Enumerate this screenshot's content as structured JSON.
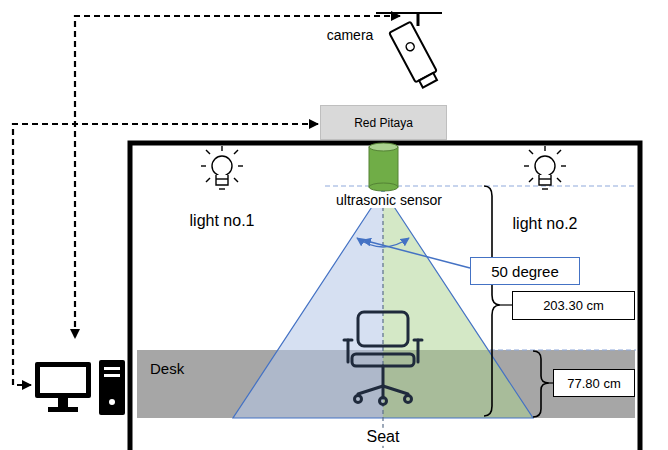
{
  "diagram": {
    "nodes": [
      {
        "text": [
          "Red Pitaya"
        ]
      },
      {
        "text": [
          "50 degree"
        ]
      },
      {
        "text": [
          "203.30 cm"
        ]
      },
      {
        "text": [
          "Desk"
        ]
      },
      {
        "text": [
          "77.80 cm"
        ]
      }
    ],
    "labels": [
      "camera",
      "light no.1",
      "ultrasonic sensor",
      "light no.2",
      "Seat"
    ]
  }
}
